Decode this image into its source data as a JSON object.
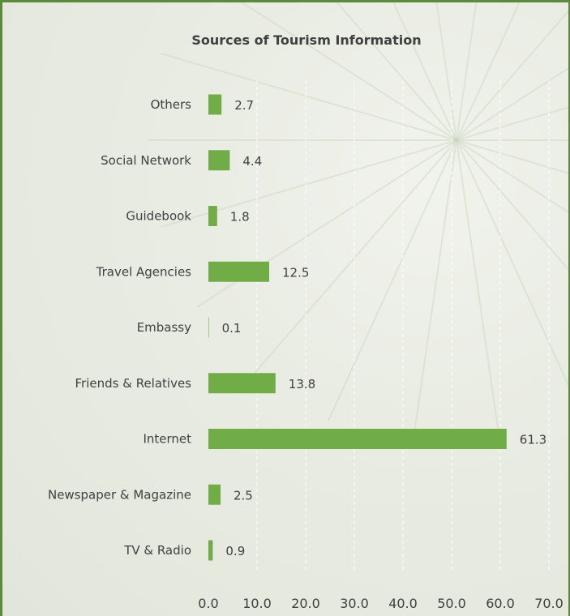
{
  "chart_data": {
    "type": "bar",
    "orientation": "horizontal",
    "title": "Sources of Tourism Information",
    "categories": [
      "Others",
      "Social Network",
      "Guidebook",
      "Travel Agencies",
      "Embassy",
      "Friends & Relatives",
      "Internet",
      "Newspaper & Magazine",
      "TV & Radio"
    ],
    "values": [
      2.7,
      4.4,
      1.8,
      12.5,
      0.1,
      13.8,
      61.3,
      2.5,
      0.9
    ],
    "value_labels": [
      "2.7",
      "4.4",
      "1.8",
      "12.5",
      "0.1",
      "13.8",
      "61.3",
      "2.5",
      "0.9"
    ],
    "xlim": [
      0,
      70
    ],
    "xticks": [
      "0.0",
      "10.0",
      "20.0",
      "30.0",
      "40.0",
      "50.0",
      "60.0",
      "70.0"
    ],
    "grid": "vertical-dashed",
    "bar_color": "#70ad47"
  }
}
